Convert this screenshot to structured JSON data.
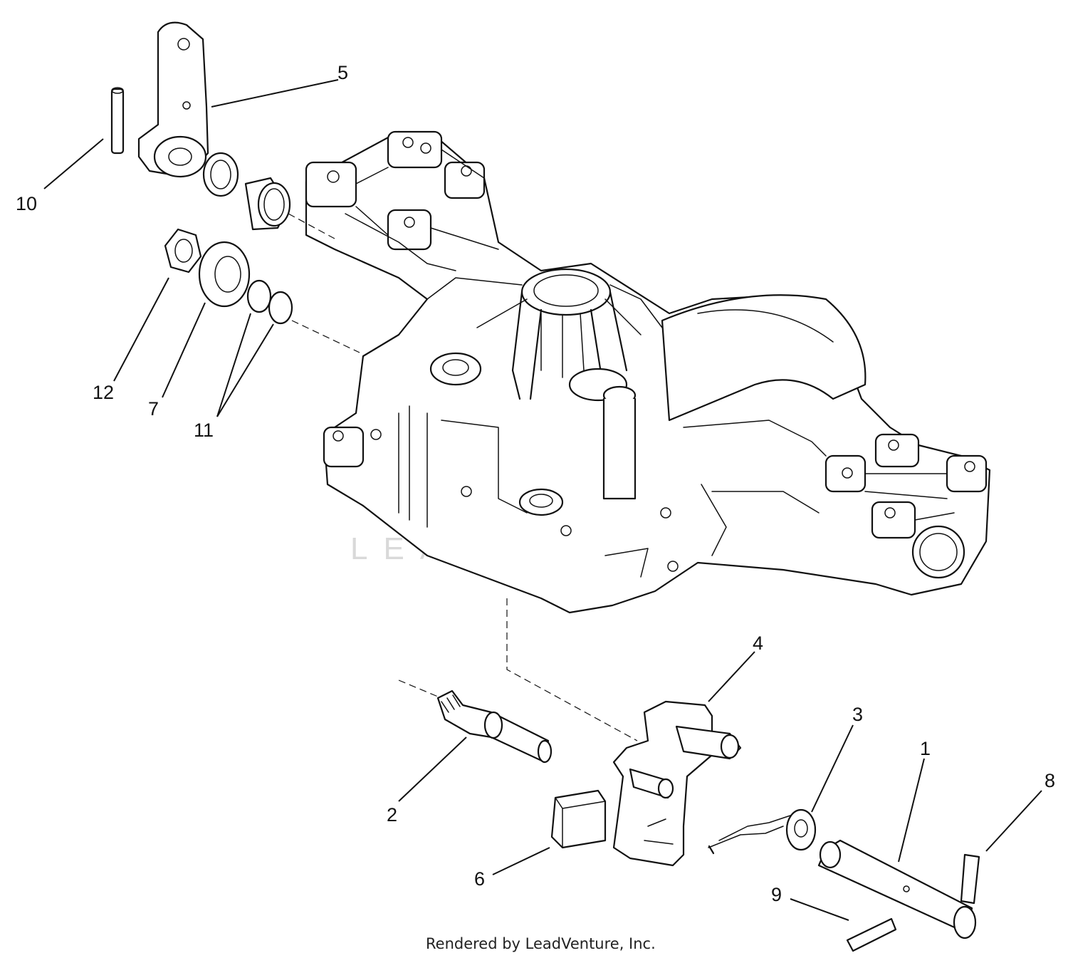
{
  "callouts": [
    {
      "label": "1"
    },
    {
      "label": "2"
    },
    {
      "label": "3"
    },
    {
      "label": "4"
    },
    {
      "label": "5"
    },
    {
      "label": "6"
    },
    {
      "label": "7"
    },
    {
      "label": "8"
    },
    {
      "label": "9"
    },
    {
      "label": "10"
    },
    {
      "label": "11"
    },
    {
      "label": "12"
    }
  ],
  "watermark": "LEADVENTURE",
  "footer": "Rendered by LeadVenture, Inc."
}
